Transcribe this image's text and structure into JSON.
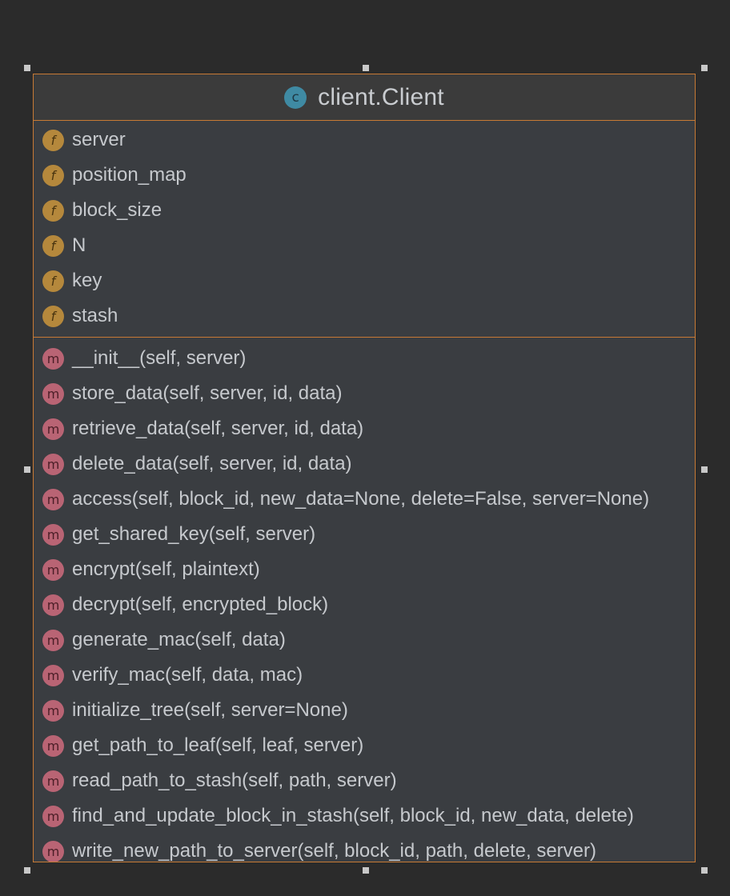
{
  "class_box": {
    "title": "client.Client",
    "icon": "class-icon",
    "icon_glyph": "c",
    "field_glyph": "f",
    "method_glyph": "m",
    "fields": [
      {
        "name": "server"
      },
      {
        "name": "position_map"
      },
      {
        "name": "block_size"
      },
      {
        "name": "N"
      },
      {
        "name": "key"
      },
      {
        "name": "stash"
      }
    ],
    "methods": [
      {
        "signature": "__init__(self, server)"
      },
      {
        "signature": "store_data(self, server, id, data)"
      },
      {
        "signature": "retrieve_data(self, server, id, data)"
      },
      {
        "signature": "delete_data(self, server, id, data)"
      },
      {
        "signature": "access(self, block_id, new_data=None, delete=False, server=None)"
      },
      {
        "signature": "get_shared_key(self, server)"
      },
      {
        "signature": "encrypt(self, plaintext)"
      },
      {
        "signature": "decrypt(self, encrypted_block)"
      },
      {
        "signature": "generate_mac(self, data)"
      },
      {
        "signature": "verify_mac(self, data, mac)"
      },
      {
        "signature": "initialize_tree(self, server=None)"
      },
      {
        "signature": "get_path_to_leaf(self, leaf, server)"
      },
      {
        "signature": "read_path_to_stash(self, path, server)"
      },
      {
        "signature": "find_and_update_block_in_stash(self, block_id, new_data, delete)"
      },
      {
        "signature": "write_new_path_to_server(self, block_id, path, delete, server)"
      }
    ]
  },
  "colors": {
    "background": "#2b2b2b",
    "box_border": "#c77a35",
    "class_icon": "#3f8aa3",
    "field_icon": "#b5883c",
    "method_icon": "#b96474",
    "text": "#c6c9cd"
  }
}
